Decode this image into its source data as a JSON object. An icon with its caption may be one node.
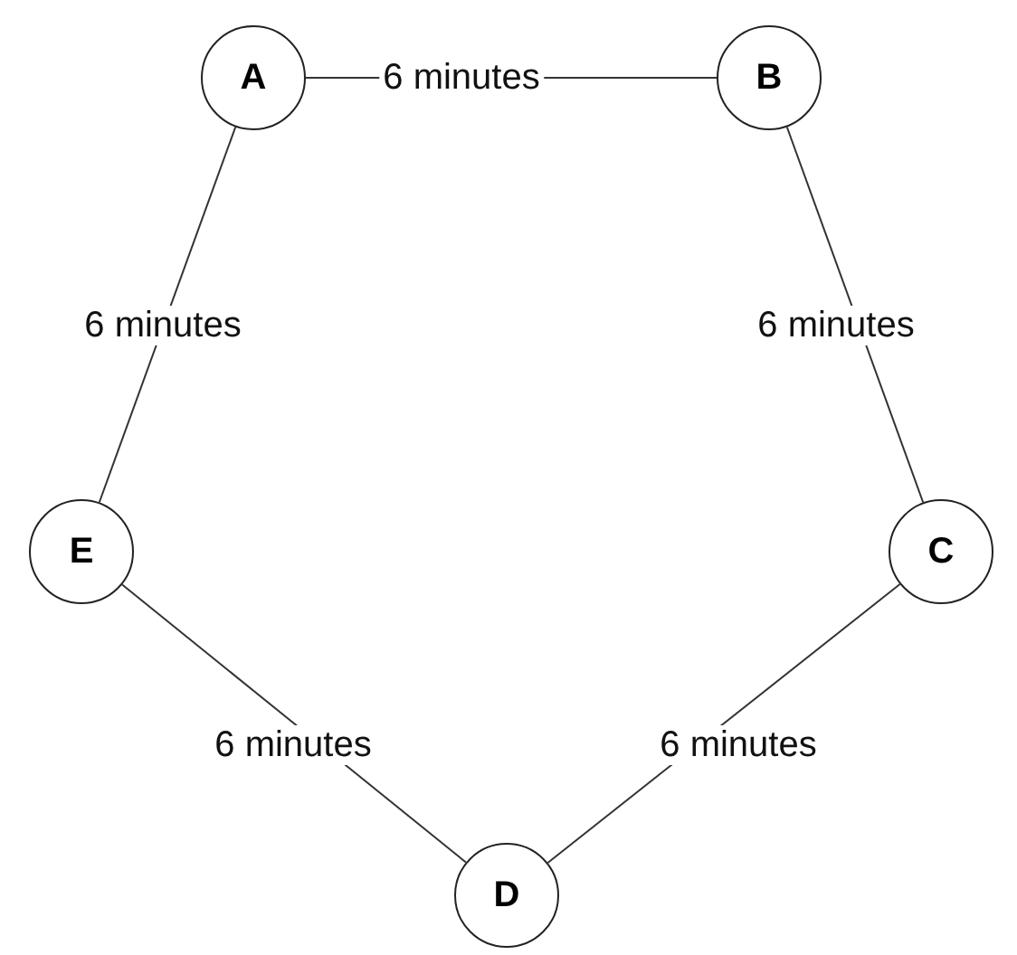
{
  "diagram": {
    "nodes": [
      {
        "text": [
          "A"
        ]
      },
      {
        "text": [
          "B"
        ]
      },
      {
        "text": [
          "E"
        ]
      },
      {
        "text": [
          "C"
        ]
      },
      {
        "text": [
          "D"
        ]
      }
    ],
    "edges": [
      {
        "from": 0,
        "to": 1,
        "arrow": "none",
        "label": "6 minutes"
      },
      {
        "from": 0,
        "to": 2,
        "arrow": "none",
        "label": "6 minutes"
      },
      {
        "from": 1,
        "to": 3,
        "arrow": "none",
        "label": "6 minutes"
      },
      {
        "from": 2,
        "to": 4,
        "arrow": "none",
        "label": "6 minutes"
      },
      {
        "from": 3,
        "to": 4,
        "arrow": "none",
        "label": "6 minutes"
      }
    ]
  }
}
